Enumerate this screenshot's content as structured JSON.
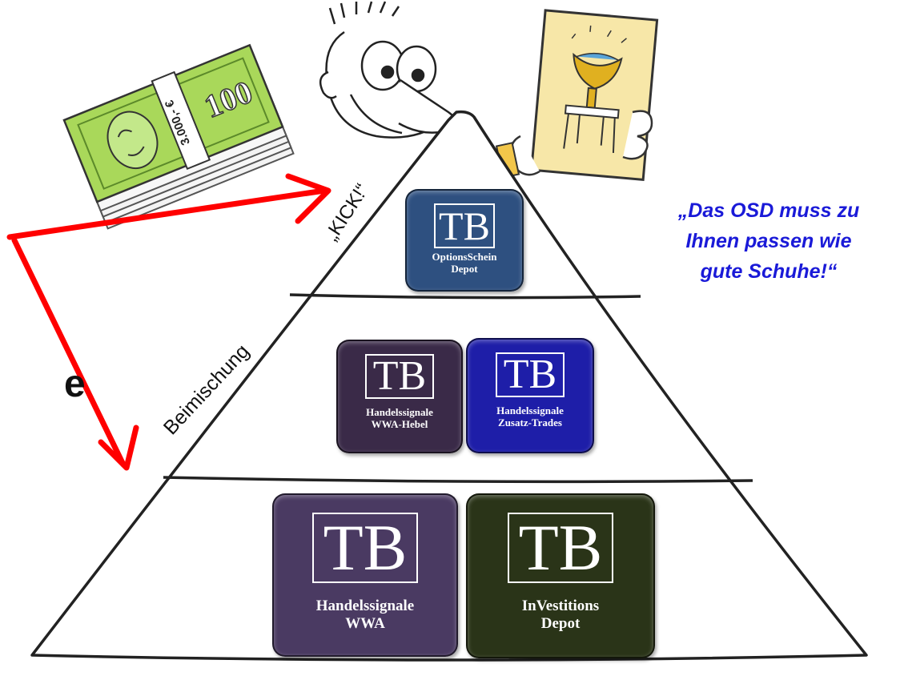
{
  "labels": {
    "kick": "„KICK!“",
    "beimischung": "Beimischung",
    "side_fragment": "e"
  },
  "quote": {
    "line1": "„Das OSD muss zu",
    "line2": "Ihnen passen wie",
    "line3": "gute Schuhe!“"
  },
  "banknote": {
    "value": "100",
    "band_text": "3.000,- €"
  },
  "logo_text": "TB",
  "boxes": {
    "top": {
      "line1": "OptionsSchein",
      "line2": "Depot",
      "color": "#2e5080"
    },
    "middle_left": {
      "line1": "Handelssignale",
      "line2": "WWA-Hebel",
      "color": "#3a2a48"
    },
    "middle_right": {
      "line1": "Handelssignale",
      "line2": "Zusatz-Trades",
      "color": "#1e1ea8"
    },
    "bottom_left": {
      "line1": "Handelssignale",
      "line2": "WWA",
      "color": "#4a3a62"
    },
    "bottom_right": {
      "line1": "InVestitions",
      "line2": "Depot",
      "color": "#2a3418"
    }
  },
  "colors": {
    "arrow": "#ff0000",
    "quote": "#1a1ad8",
    "outline": "#222222"
  }
}
